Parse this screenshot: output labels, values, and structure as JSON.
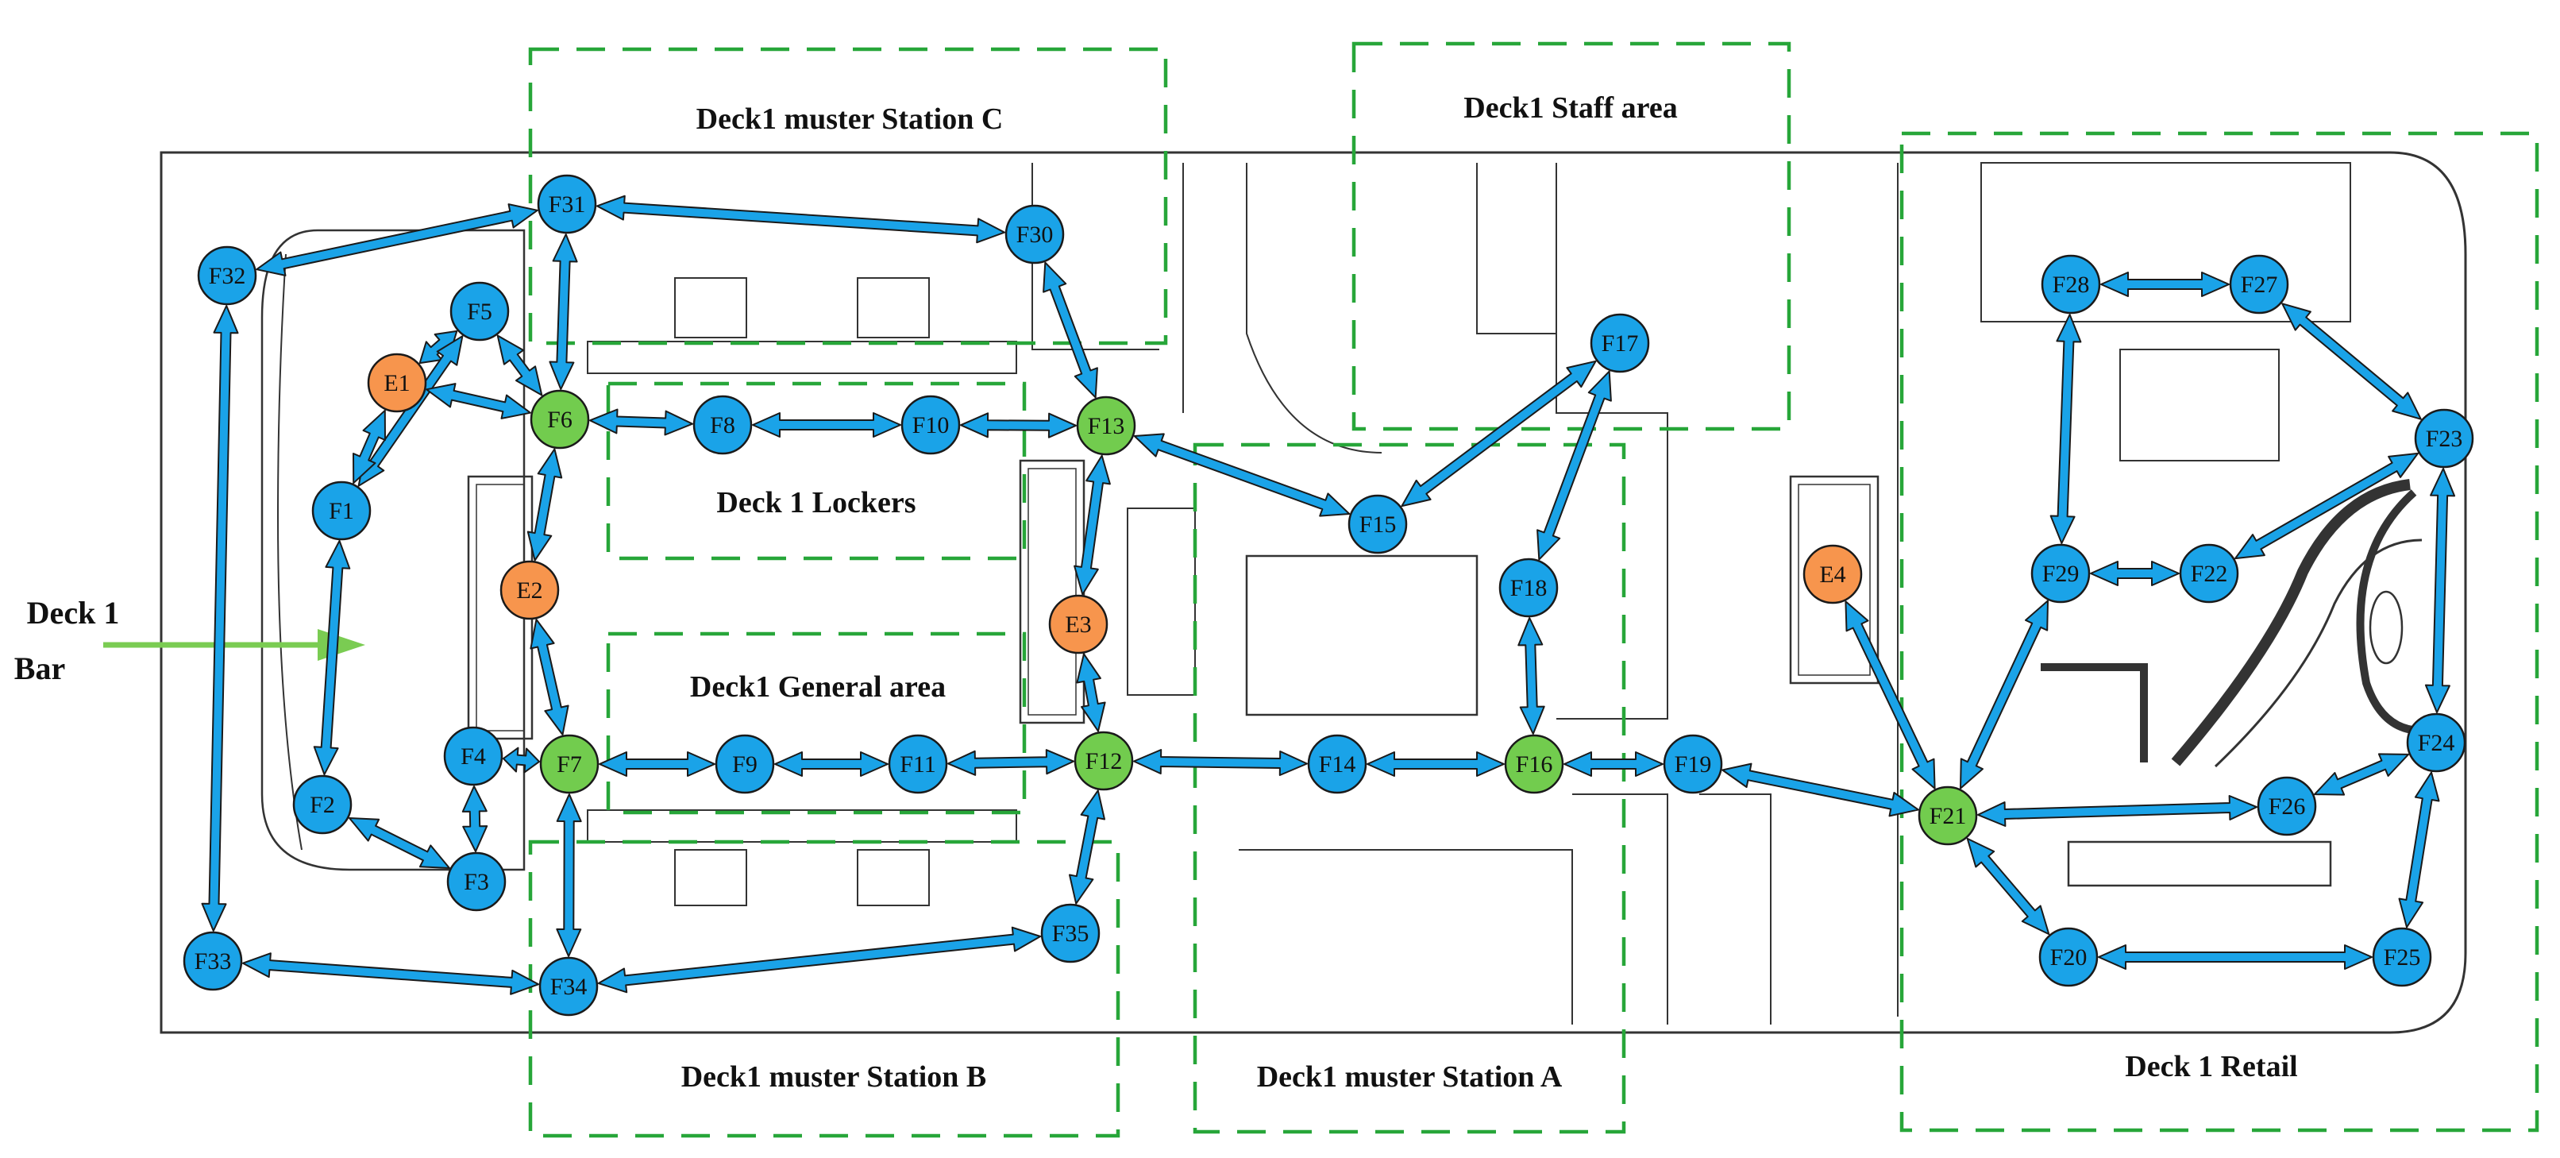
{
  "areas": [
    {
      "id": "station-c",
      "label": "Deck1 muster Station C"
    },
    {
      "id": "staff",
      "label": "Deck1 Staff area"
    },
    {
      "id": "lockers",
      "label": "Deck 1 Lockers"
    },
    {
      "id": "general",
      "label": "Deck1 General area"
    },
    {
      "id": "station-b",
      "label": "Deck1 muster Station B"
    },
    {
      "id": "station-a",
      "label": "Deck1 muster Station A"
    },
    {
      "id": "retail",
      "label": "Deck 1 Retail"
    }
  ],
  "entry": {
    "line1": "Deck 1",
    "line2": "Bar"
  },
  "colors": {
    "node_blue": "#1aa3e8",
    "node_green": "#72cc4e",
    "node_orange": "#f7954d",
    "arrow_fill": "#1aa3e8",
    "zone_dash": "#27a639",
    "entry_arrow": "#7acc52",
    "plan_line": "#333333"
  },
  "nodes": [
    {
      "id": "F1",
      "type": "blue"
    },
    {
      "id": "F2",
      "type": "blue"
    },
    {
      "id": "F3",
      "type": "blue"
    },
    {
      "id": "F4",
      "type": "blue"
    },
    {
      "id": "F5",
      "type": "blue"
    },
    {
      "id": "F6",
      "type": "green"
    },
    {
      "id": "F7",
      "type": "green"
    },
    {
      "id": "F8",
      "type": "blue"
    },
    {
      "id": "F9",
      "type": "blue"
    },
    {
      "id": "F10",
      "type": "blue"
    },
    {
      "id": "F11",
      "type": "blue"
    },
    {
      "id": "F12",
      "type": "green"
    },
    {
      "id": "F13",
      "type": "green"
    },
    {
      "id": "F14",
      "type": "blue"
    },
    {
      "id": "F15",
      "type": "blue"
    },
    {
      "id": "F16",
      "type": "green"
    },
    {
      "id": "F17",
      "type": "blue"
    },
    {
      "id": "F18",
      "type": "blue"
    },
    {
      "id": "F19",
      "type": "blue"
    },
    {
      "id": "F20",
      "type": "blue"
    },
    {
      "id": "F21",
      "type": "green"
    },
    {
      "id": "F22",
      "type": "blue"
    },
    {
      "id": "F23",
      "type": "blue"
    },
    {
      "id": "F24",
      "type": "blue"
    },
    {
      "id": "F25",
      "type": "blue"
    },
    {
      "id": "F26",
      "type": "blue"
    },
    {
      "id": "F27",
      "type": "blue"
    },
    {
      "id": "F28",
      "type": "blue"
    },
    {
      "id": "F29",
      "type": "blue"
    },
    {
      "id": "F30",
      "type": "blue"
    },
    {
      "id": "F31",
      "type": "blue"
    },
    {
      "id": "F32",
      "type": "blue"
    },
    {
      "id": "F33",
      "type": "blue"
    },
    {
      "id": "F34",
      "type": "blue"
    },
    {
      "id": "F35",
      "type": "blue"
    },
    {
      "id": "E1",
      "type": "orange"
    },
    {
      "id": "E2",
      "type": "orange"
    },
    {
      "id": "E3",
      "type": "orange"
    },
    {
      "id": "E4",
      "type": "orange"
    }
  ],
  "edges": [
    [
      "F31",
      "F32"
    ],
    [
      "F31",
      "F30"
    ],
    [
      "F31",
      "F6"
    ],
    [
      "F30",
      "F13"
    ],
    [
      "F32",
      "F33"
    ],
    [
      "F33",
      "F34"
    ],
    [
      "F34",
      "F7"
    ],
    [
      "F34",
      "F35"
    ],
    [
      "F35",
      "F12"
    ],
    [
      "F5",
      "E1"
    ],
    [
      "F5",
      "F1"
    ],
    [
      "F5",
      "F6"
    ],
    [
      "E1",
      "F1"
    ],
    [
      "E1",
      "F6"
    ],
    [
      "F6",
      "F8"
    ],
    [
      "F8",
      "F10"
    ],
    [
      "F10",
      "F13"
    ],
    [
      "F6",
      "E2"
    ],
    [
      "E2",
      "F7"
    ],
    [
      "F1",
      "F2"
    ],
    [
      "F2",
      "F3"
    ],
    [
      "F3",
      "F4"
    ],
    [
      "F4",
      "F7"
    ],
    [
      "F7",
      "F9"
    ],
    [
      "F9",
      "F11"
    ],
    [
      "F11",
      "F12"
    ],
    [
      "F13",
      "E3"
    ],
    [
      "E3",
      "F12"
    ],
    [
      "F13",
      "F15"
    ],
    [
      "F15",
      "F17"
    ],
    [
      "F17",
      "F18"
    ],
    [
      "F18",
      "F16"
    ],
    [
      "F12",
      "F14"
    ],
    [
      "F14",
      "F16"
    ],
    [
      "F16",
      "F19"
    ],
    [
      "F19",
      "F21"
    ],
    [
      "E4",
      "F21"
    ],
    [
      "F21",
      "F29"
    ],
    [
      "F29",
      "F28"
    ],
    [
      "F28",
      "F27"
    ],
    [
      "F27",
      "F23"
    ],
    [
      "F23",
      "F22"
    ],
    [
      "F22",
      "F29"
    ],
    [
      "F23",
      "F24"
    ],
    [
      "F24",
      "F26"
    ],
    [
      "F26",
      "F21"
    ],
    [
      "F21",
      "F20"
    ],
    [
      "F20",
      "F25"
    ],
    [
      "F25",
      "F24"
    ]
  ]
}
